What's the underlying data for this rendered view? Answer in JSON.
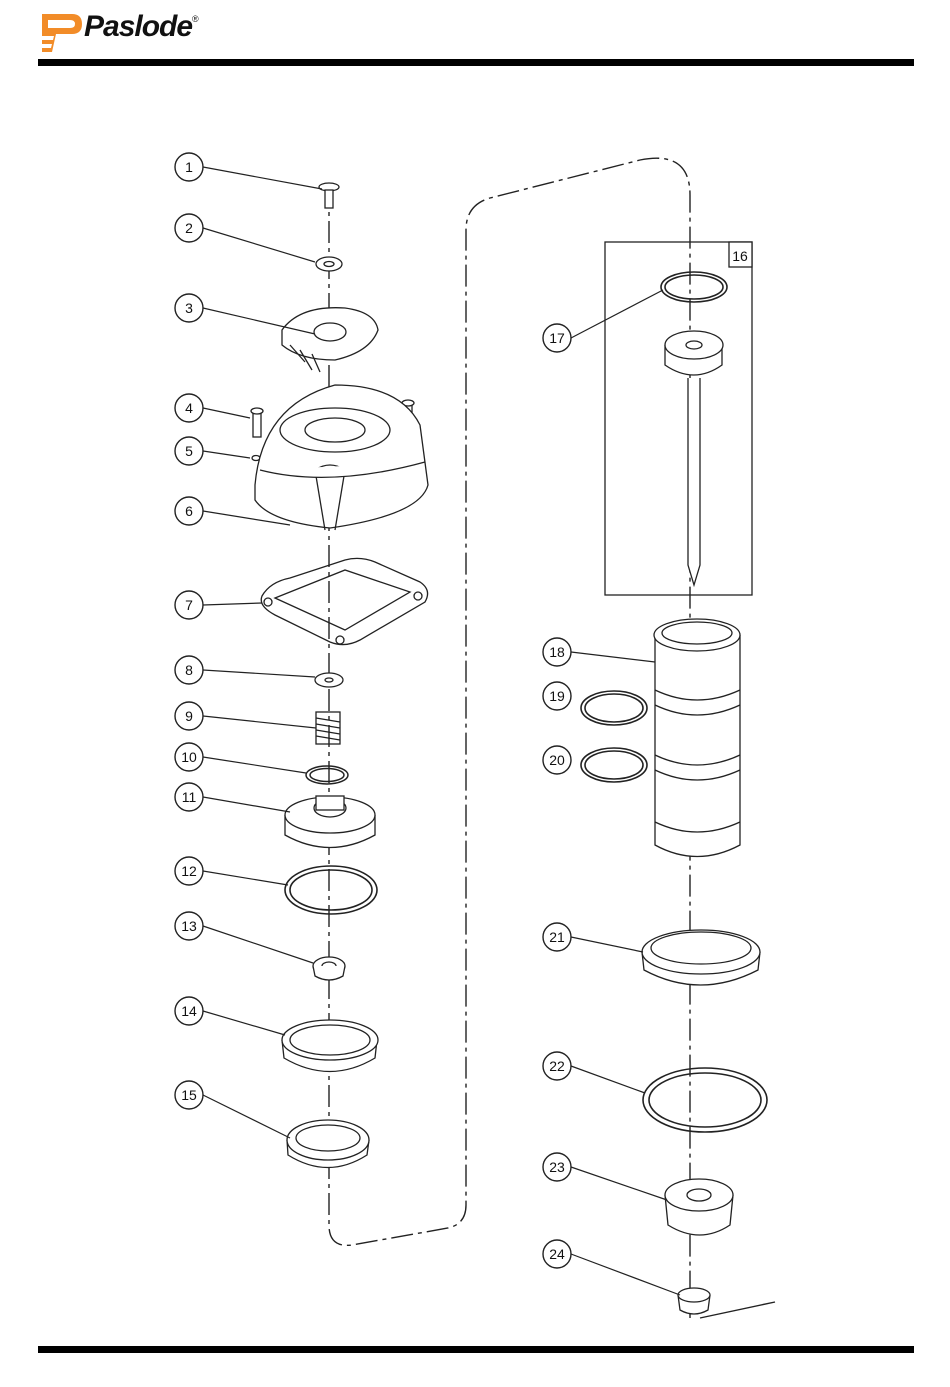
{
  "header": {
    "brand_name": "Paslode",
    "registered_mark": "®",
    "brand_color": "#f28c28"
  },
  "diagram": {
    "part_numbers": [
      "1",
      "2",
      "3",
      "4",
      "5",
      "6",
      "7",
      "8",
      "9",
      "10",
      "11",
      "12",
      "13",
      "14",
      "15",
      "16",
      "17",
      "18",
      "19",
      "20",
      "21",
      "22",
      "23",
      "24"
    ]
  }
}
